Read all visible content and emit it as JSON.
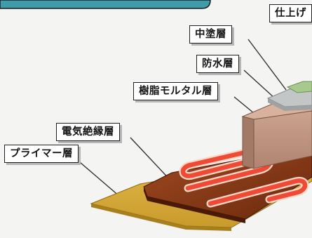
{
  "layers": {
    "finish": "仕上げ",
    "middle_coat": "中塗層",
    "waterproof": "防水層",
    "resin_mortar": "樹脂モルタル層",
    "electric_insulation": "電気絶縁層",
    "primer": "プライマー層"
  },
  "colors": {
    "banner": "#3f9cab",
    "primer": "#d6ad3a",
    "insulation": "#8e3a16",
    "heater": "#ee4a35",
    "mortar": "#c19884",
    "waterproof": "#bfc2c2",
    "finish": "#a7c98c"
  }
}
